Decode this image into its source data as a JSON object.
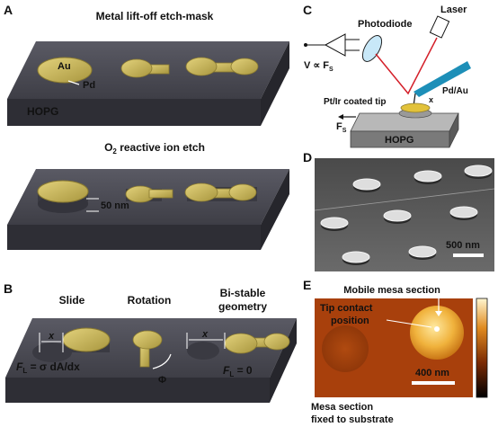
{
  "panels": {
    "A": {
      "letter": "A",
      "title_top": "Metal lift-off etch-mask",
      "label_au": "Au",
      "label_pd": "Pd",
      "label_hopg": "HOPG",
      "title_mid_pre": "O",
      "title_mid_sub": "2",
      "title_mid_post": " reactive ion etch",
      "dim_50nm": "50 nm"
    },
    "B": {
      "letter": "B",
      "label_slide": "Slide",
      "label_rotation": "Rotation",
      "label_bistable_1": "Bi-stable",
      "label_bistable_2": "geometry",
      "x_left": "x",
      "x_right": "x",
      "phi": "Φ",
      "formula_left_pre": "F",
      "formula_left_sub": "L",
      "formula_left_post": " = σ dA/dx",
      "formula_right_pre": "F",
      "formula_right_sub": "L",
      "formula_right_post": " = 0"
    },
    "C": {
      "letter": "C",
      "label_photodiode": "Photodiode",
      "label_laser": "Laser",
      "label_voltage_pre": "V ∝ F",
      "label_voltage_sub": "S",
      "label_tip": "Pt/Ir coated tip",
      "label_pdau": "Pd/Au",
      "label_x": "x",
      "label_fs_pre": "F",
      "label_fs_sub": "S",
      "label_hopg": "HOPG"
    },
    "D": {
      "letter": "D",
      "scale": "500 nm"
    },
    "E": {
      "letter": "E",
      "label_mobile": "Mobile mesa section",
      "label_tip_1": "Tip contact",
      "label_tip_2": "position",
      "label_fixed_1": "Mesa section",
      "label_fixed_2": "fixed to substrate",
      "scale": "400 nm"
    }
  },
  "colors": {
    "slab_top": "#4a4a54",
    "slab_front": "#2f2f36",
    "gold": "#c9b65a",
    "gold_dark": "#9b8a36",
    "laser": "#d4202a",
    "cantilever": "#1d8fb8",
    "afm_dark": "#9a4a08",
    "afm_bright": "#f5c04a"
  }
}
